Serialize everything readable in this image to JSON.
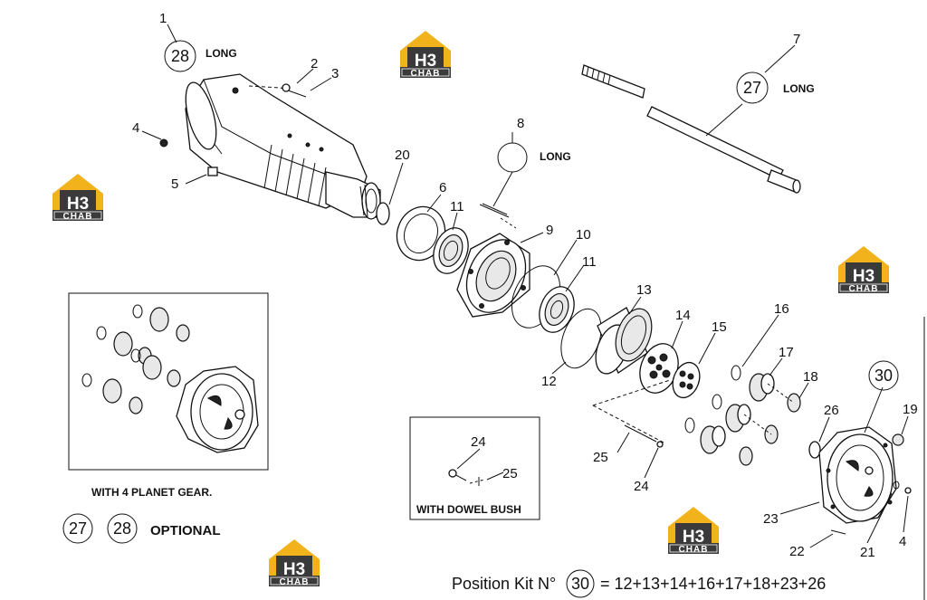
{
  "callouts": {
    "c1": "1",
    "c2": "2",
    "c3": "3",
    "c4": "4",
    "c5": "5",
    "c6": "6",
    "c7": "7",
    "c8": "8",
    "c9": "9",
    "c10": "10",
    "c11a": "11",
    "c11b": "11",
    "c12": "12",
    "c13": "13",
    "c14": "14",
    "c15": "15",
    "c16": "16",
    "c17": "17",
    "c18": "18",
    "c19": "19",
    "c20": "20",
    "c21": "21",
    "c22": "22",
    "c23": "23",
    "c24a": "24",
    "c24b": "24",
    "c25a": "25",
    "c25b": "25",
    "c26": "26",
    "c4b": "4"
  },
  "circled": {
    "housing": "28",
    "shaft": "27",
    "kit": "30",
    "opt27": "27",
    "opt28": "28",
    "posKit": "30",
    "pin": ""
  },
  "notes": {
    "long_housing": "LONG",
    "long_shaft": "LONG",
    "long_pin": "LONG",
    "planet_caption": "WITH 4 PLANET GEAR.",
    "dowel_caption": "WITH DOWEL BUSH",
    "optional": "OPTIONAL",
    "position_kit_prefix": "Position Kit N°",
    "position_kit_formula": "= 12+13+14+16+17+18+23+26"
  },
  "watermark": {
    "logo_mark": "H3",
    "logo_word": "CHAB",
    "colors": {
      "roof": "#f2b21c",
      "body": "#3a3a3a"
    }
  }
}
